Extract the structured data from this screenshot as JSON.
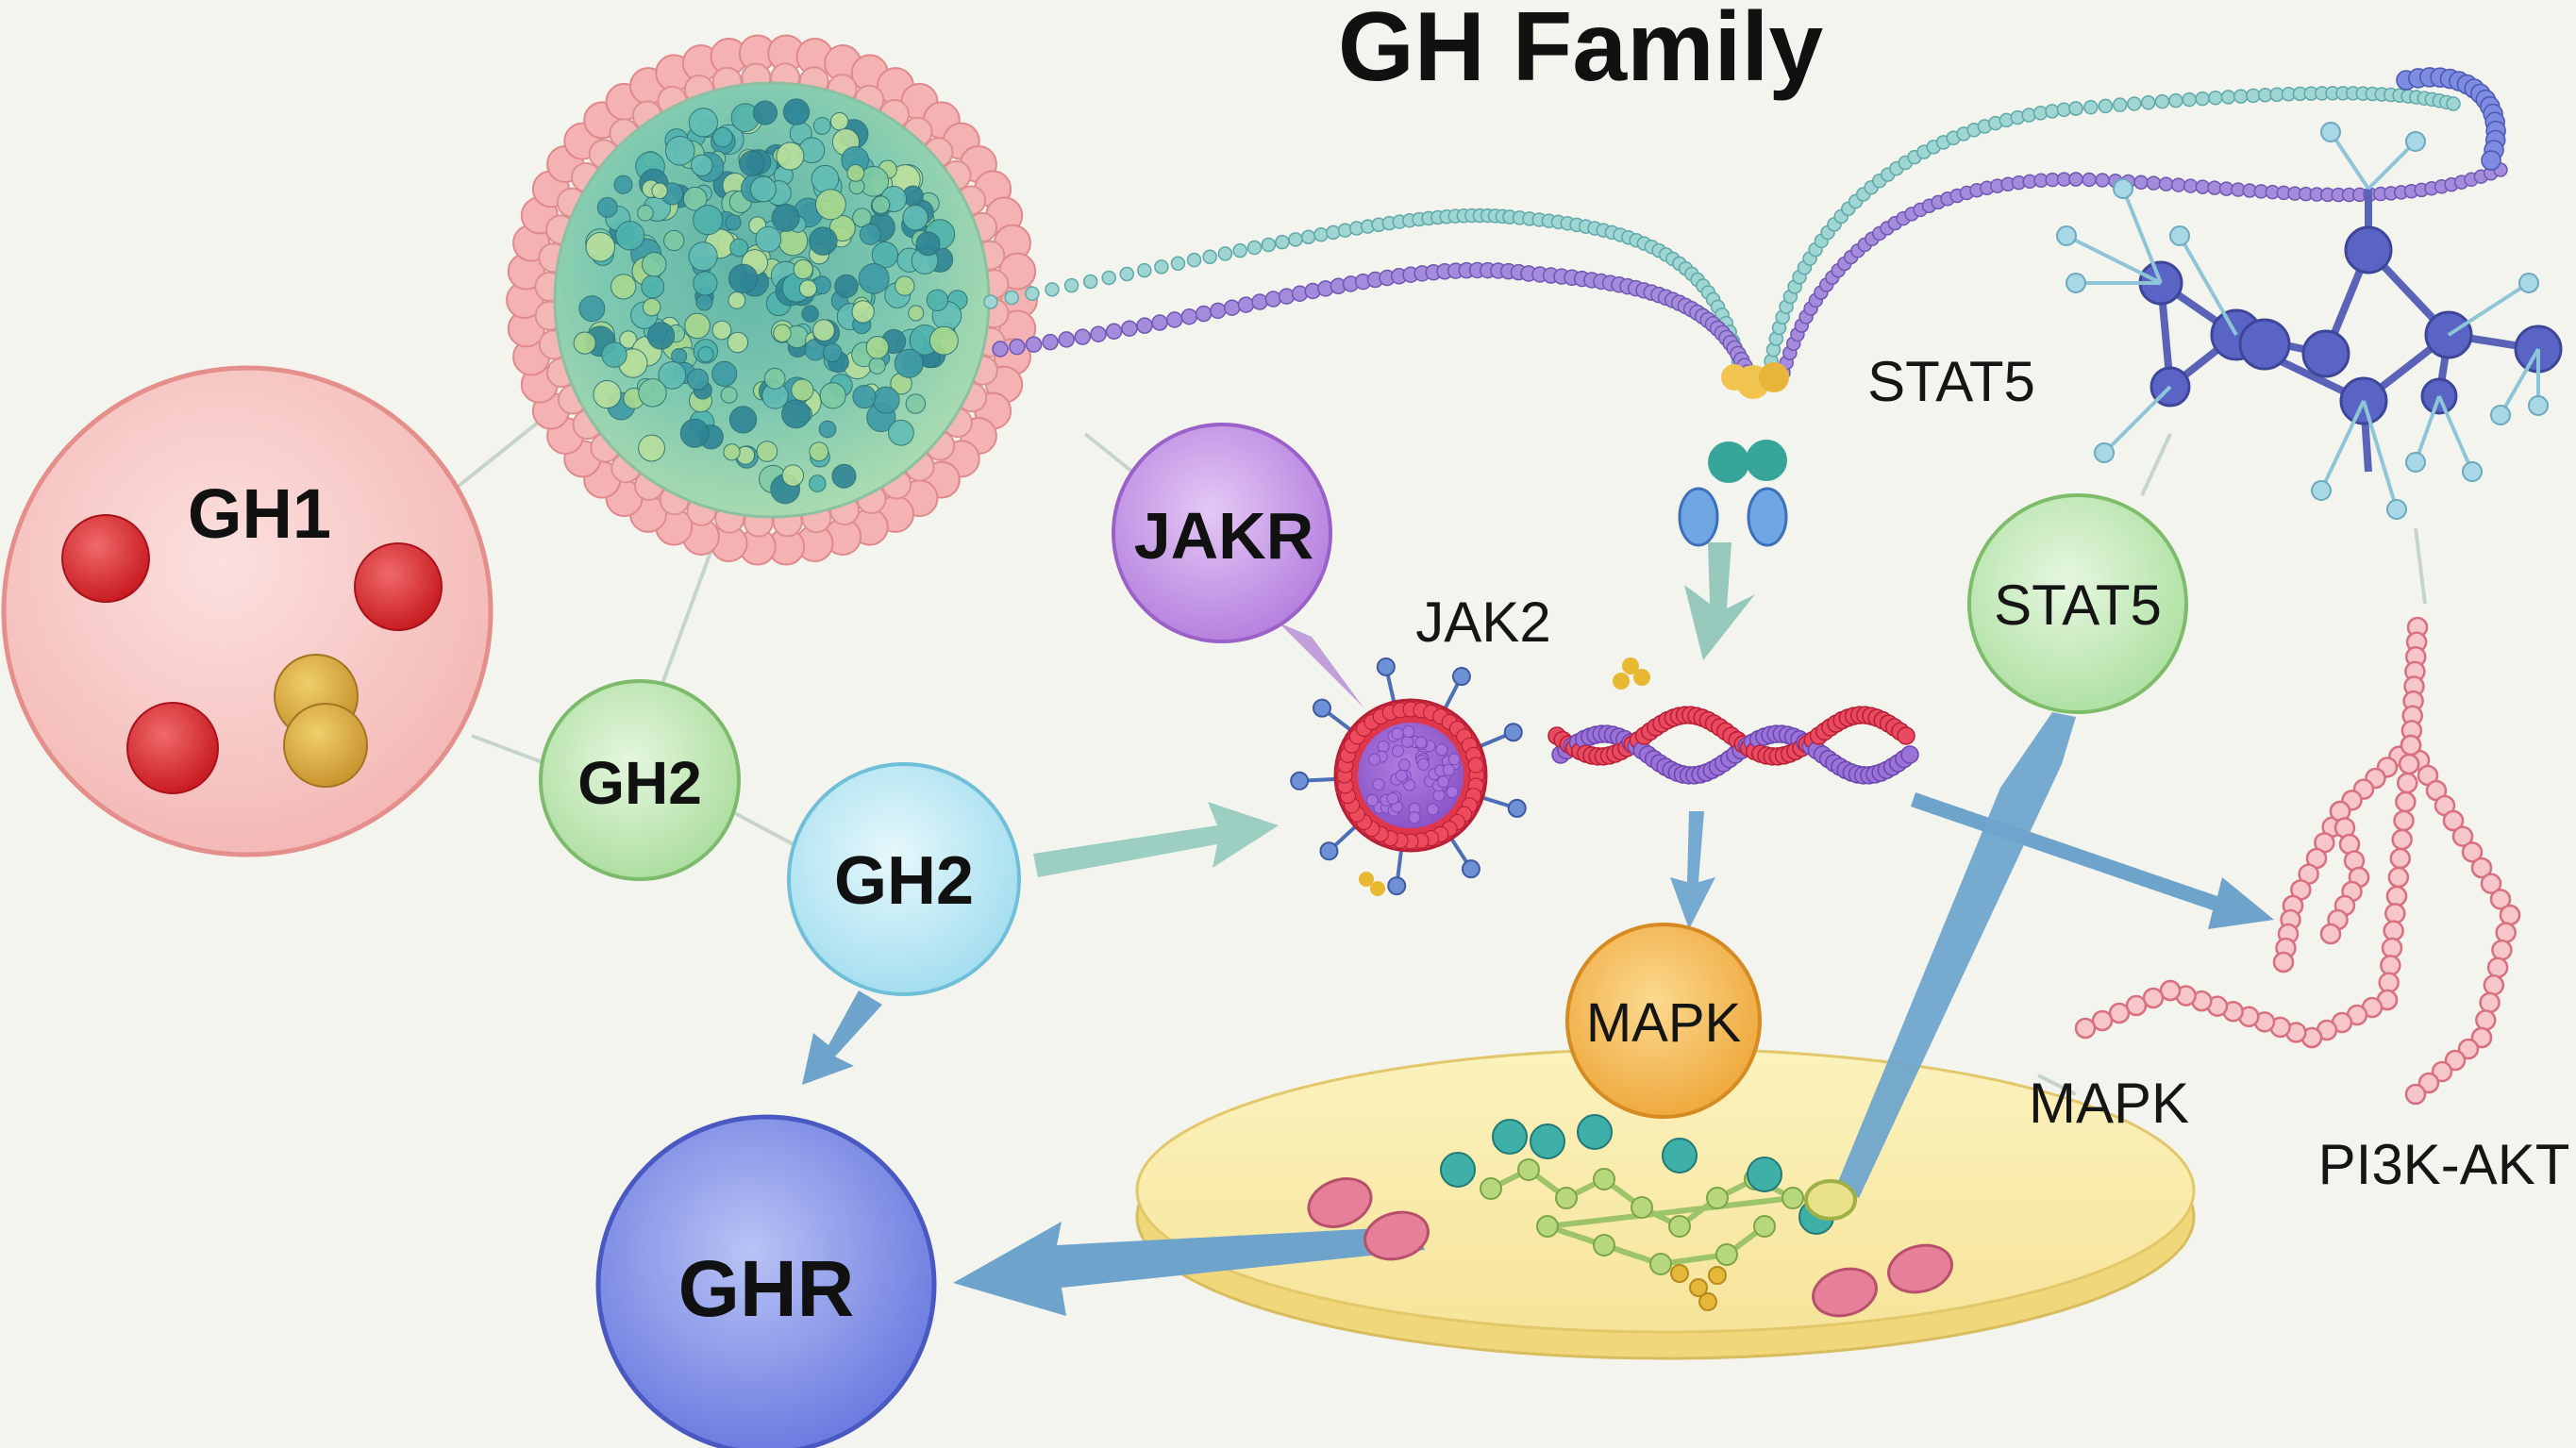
{
  "title": "GH Family",
  "nodes": {
    "gh1": "GH1",
    "gh2_small": "GH2",
    "gh2_large": "GH2",
    "ghr": "GHR",
    "jakr": "JAKR",
    "mapk_node": "MAPK",
    "stat5_node": "STAT5"
  },
  "labels": {
    "jak2": "JAK2",
    "stat5": "STAT5",
    "mapk": "MAPK",
    "pi3k_akt": "PI3K-AKT"
  },
  "colors": {
    "background": "#f4f4ef",
    "gh1_fill": "#f7c9c6",
    "gh1_stroke": "#e48f8c",
    "gh2_small_fill": "#c8ecc0",
    "gh2_large_fill": "#c4ecf6",
    "ghr_fill": "#8393e8",
    "jakr_fill": "#c99ae8",
    "mapk_fill": "#f6b84e",
    "stat5_fill": "#c8eec0",
    "arrow_teal": "#8fc7bb",
    "arrow_blue": "#6ea3cb",
    "membrane_fill": "#f8ecaa",
    "vesicle_outer": "#f2a6a8",
    "vesicle_core": "#7cc7b3",
    "receptor_blue": "#5b67c0",
    "chain_pink": "#eb8f99",
    "chain_purple": "#9b82d6",
    "chain_teal": "#86cbc8"
  }
}
